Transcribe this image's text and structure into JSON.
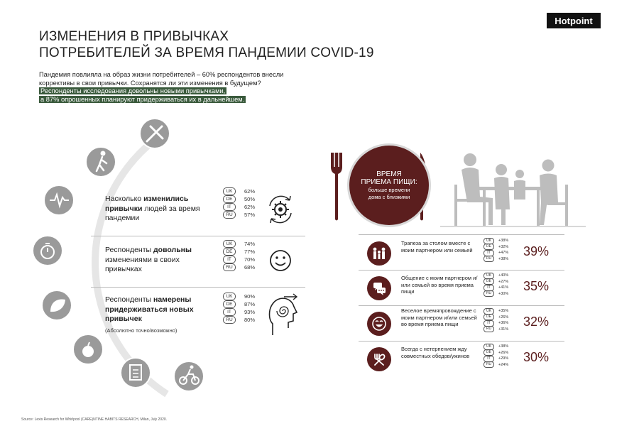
{
  "brand": "Hotpoint",
  "title_line1": "ИЗМЕНЕНИЯ В ПРИВЫЧКАХ",
  "title_line2": "ПОТРЕБИТЕЛЕЙ ЗА ВРЕМЯ ПАНДЕМИИ COVID-19",
  "intro_plain": "Пандемия повлияла на образ жизни потребителей – 60% респондентов внесли коррективы в свои привычки. Сохранятся ли эти изменения в будущем?",
  "intro_highlight_1": "Респонденты исследования довольны новыми привычками,",
  "intro_highlight_2": "а 87% опрошенных планируют придерживаться их в дальнейшем.",
  "questions": [
    {
      "pre": "Насколько ",
      "bold": "изменились привычки",
      "post": " людей за время пандемии",
      "note": "",
      "countries": [
        {
          "code": "UK",
          "pct": "62%"
        },
        {
          "code": "DE",
          "pct": "50%"
        },
        {
          "code": "IT",
          "pct": "62%"
        },
        {
          "code": "RU",
          "pct": "57%"
        }
      ]
    },
    {
      "pre": "Респонденты ",
      "bold": "довольны",
      "post": " изменениями в своих привычках",
      "note": "",
      "countries": [
        {
          "code": "UK",
          "pct": "74%"
        },
        {
          "code": "DE",
          "pct": "77%"
        },
        {
          "code": "IT",
          "pct": "70%"
        },
        {
          "code": "RU",
          "pct": "68%"
        }
      ]
    },
    {
      "pre": "Респонденты ",
      "bold": "намерены придерживаться новых привычек",
      "post": "",
      "note": "(Абсолютно точно/возможно)",
      "countries": [
        {
          "code": "UK",
          "pct": "90%"
        },
        {
          "code": "DE",
          "pct": "87%"
        },
        {
          "code": "IT",
          "pct": "93%"
        },
        {
          "code": "RU",
          "pct": "80%"
        }
      ]
    }
  ],
  "dinner": {
    "heading_1": "ВРЕМЯ",
    "heading_2": "ПРИЕМА ПИЩИ:",
    "sub_1": "больше времени",
    "sub_2": "дома с близкими"
  },
  "meals": [
    {
      "icon": "family-icon",
      "text": "Трапеза за столом вместе с моим партнером или семьей",
      "big": "39%",
      "countries": [
        {
          "code": "UK",
          "pct": "+38%"
        },
        {
          "code": "DE",
          "pct": "+32%"
        },
        {
          "code": "IT",
          "pct": "+47%"
        },
        {
          "code": "RU",
          "pct": "+38%"
        }
      ]
    },
    {
      "icon": "chat-icon",
      "text": "Общение с моим партнером и/или семьей во время приема пищи",
      "big": "35%",
      "countries": [
        {
          "code": "UK",
          "pct": "+40%"
        },
        {
          "code": "DE",
          "pct": "+27%"
        },
        {
          "code": "IT",
          "pct": "+41%"
        },
        {
          "code": "RU",
          "pct": "+30%"
        }
      ]
    },
    {
      "icon": "laugh-icon",
      "text": "Веселое времяпровождение с моим партнером и/или семьей во время приема пищи",
      "big": "32%",
      "countries": [
        {
          "code": "UK",
          "pct": "+35%"
        },
        {
          "code": "DE",
          "pct": "+26%"
        },
        {
          "code": "IT",
          "pct": "+36%"
        },
        {
          "code": "RU",
          "pct": "+31%"
        }
      ]
    },
    {
      "icon": "fork-spoon-icon",
      "text": "Всегда с нетерпением жду совместных обедов/ужинов",
      "big": "30%",
      "countries": [
        {
          "code": "UK",
          "pct": "+38%"
        },
        {
          "code": "DE",
          "pct": "+26%"
        },
        {
          "code": "IT",
          "pct": "+29%"
        },
        {
          "code": "RU",
          "pct": "+24%"
        }
      ]
    }
  ],
  "source": "Source: Lexis Research for Whirlpool (CARE)NTINE HABITS RESEARCH, Milan, July 2020.",
  "colors": {
    "accent": "#5b1e1e",
    "highlight": "#3a5a3c",
    "icon_grey": "#9a9a9a"
  }
}
